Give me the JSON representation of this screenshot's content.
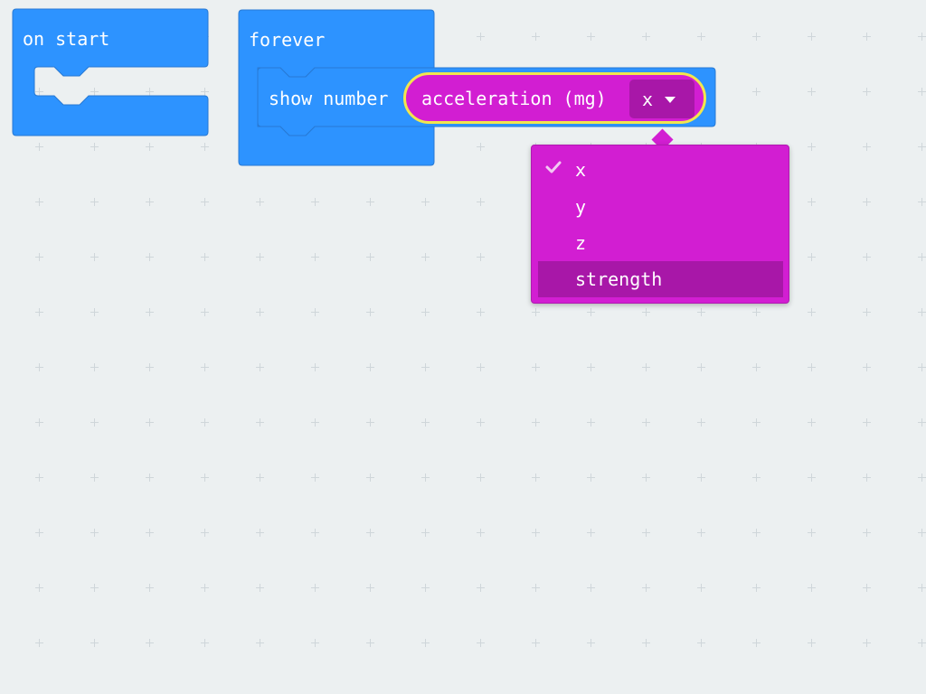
{
  "blocks": {
    "on_start": {
      "label": "on start",
      "color": "#2d93ff"
    },
    "forever": {
      "label": "forever",
      "color": "#2d93ff"
    },
    "show_number": {
      "label": "show number"
    },
    "acceleration": {
      "label": "acceleration (mg)",
      "selected_axis": "x",
      "color": "#d21ed2",
      "highlight_color": "#f2e64d"
    }
  },
  "dropdown": {
    "items": [
      {
        "label": "x",
        "checked": true
      },
      {
        "label": "y",
        "checked": false
      },
      {
        "label": "z",
        "checked": false
      },
      {
        "label": "strength",
        "checked": false,
        "highlighted": true
      }
    ],
    "check_icon": "check-icon",
    "caret_icon": "chevron-down-icon"
  },
  "workspace": {
    "background": "#ecf0f1"
  }
}
